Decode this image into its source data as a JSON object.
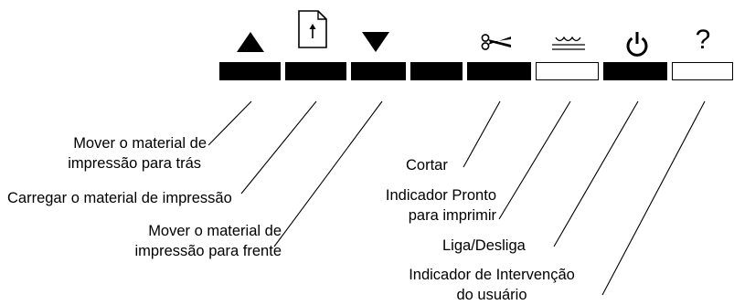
{
  "panel": {
    "buttons": [
      {
        "icon": "triangle-up-icon",
        "led": "dark"
      },
      {
        "icon": "load-page-icon",
        "led": "dark"
      },
      {
        "icon": "triangle-down-icon",
        "led": "dark"
      },
      {
        "icon": "none",
        "led": "dark"
      },
      {
        "icon": "scissors-icon",
        "led": "dark"
      },
      {
        "icon": "ready-wave-icon",
        "led": "light"
      },
      {
        "icon": "power-icon",
        "led": "dark"
      },
      {
        "icon": "question-mark-icon",
        "led": "light"
      }
    ],
    "help_symbol": "?",
    "callouts": {
      "move_back": [
        "Mover o material de",
        "impressão para trás"
      ],
      "load": "Carregar o material de impressão",
      "move_forward": [
        "Mover o material de",
        "impressão para frente"
      ],
      "cut": "Cortar",
      "ready": [
        "Indicador Pronto",
        "para imprimir"
      ],
      "power": "Liga/Desliga",
      "intervention": [
        "Indicador de Intervenção",
        "do usuário"
      ]
    }
  }
}
